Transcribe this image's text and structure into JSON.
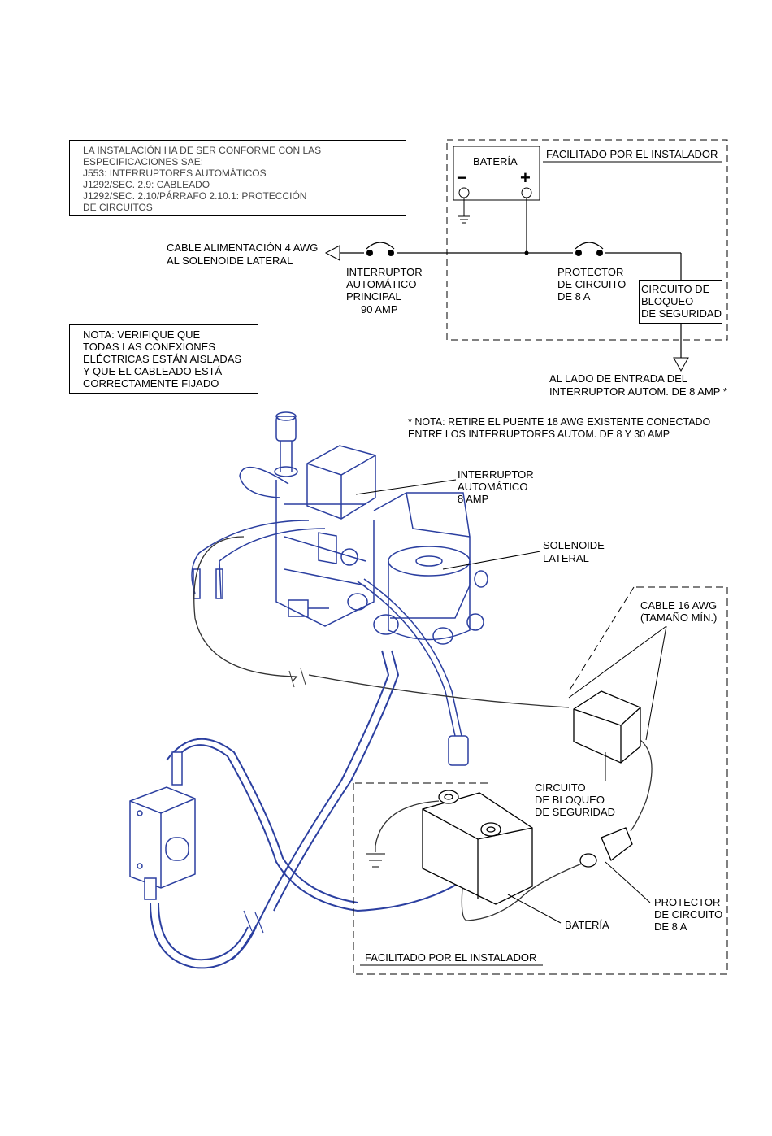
{
  "sae_note": {
    "lines": [
      "LA INSTALACIÓN HA DE SER CONFORME CON LAS",
      "ESPECIFICACIONES SAE:",
      "J553: INTERRUPTORES AUTOMÁTICOS",
      "J1292/SEC. 2.9: CABLEADO",
      "J1292/SEC. 2.10/PÁRRAFO 2.10.1: PROTECCIÓN",
      "DE CIRCUITOS"
    ]
  },
  "verify_note": {
    "lines": [
      "NOTA: VERIFIQUE QUE",
      "TODAS LAS CONEXIONES",
      "ELÉCTRICAS ESTÁN AISLADAS",
      "Y QUE EL CABLEADO ESTÁ",
      "CORRECTAMENTE FIJADO"
    ]
  },
  "schematic": {
    "battery_label": "BATERÍA",
    "minus": "−",
    "plus": "+",
    "installer_label": "FACILITADO POR EL INSTALADOR",
    "feed_cable": [
      "CABLE ALIMENTACIÓN 4 AWG",
      "AL SOLENOIDE LATERAL"
    ],
    "main_breaker": [
      "INTERRUPTOR",
      "AUTOMÁTICO",
      "PRINCIPAL",
      "90 AMP"
    ],
    "protector": [
      "PROTECTOR",
      "DE CIRCUITO",
      "DE 8 A"
    ],
    "interlock": [
      "CIRCUITO DE",
      "BLOQUEO",
      "DE SEGURIDAD"
    ],
    "input_side": [
      "AL LADO DE ENTRADA DEL",
      "INTERRUPTOR AUTOM. DE 8 AMP *"
    ]
  },
  "jumper_note": [
    "* NOTA: RETIRE EL PUENTE 18 AWG EXISTENTE CONECTADO",
    "ENTRE LOS INTERRUPTORES AUTOM. DE 8 Y 30 AMP"
  ],
  "illustration": {
    "breaker_8a": [
      "INTERRUPTOR",
      "AUTOMÁTICO",
      "8 AMP"
    ],
    "solenoid": [
      "SOLENOIDE",
      "LATERAL"
    ],
    "cable_16": [
      "CABLE 16 AWG",
      "(TAMAÑO MÍN.)"
    ],
    "interlock": [
      "CIRCUITO",
      "DE BLOQUEO",
      "DE SEGURIDAD"
    ],
    "protector": [
      "PROTECTOR",
      "DE CIRCUITO",
      "DE 8 A"
    ],
    "battery": "BATERÍA",
    "installer_label": "FACILITADO POR EL INSTALADOR"
  },
  "colors": {
    "line": "#000000",
    "illustration": "#2b3fa0"
  }
}
